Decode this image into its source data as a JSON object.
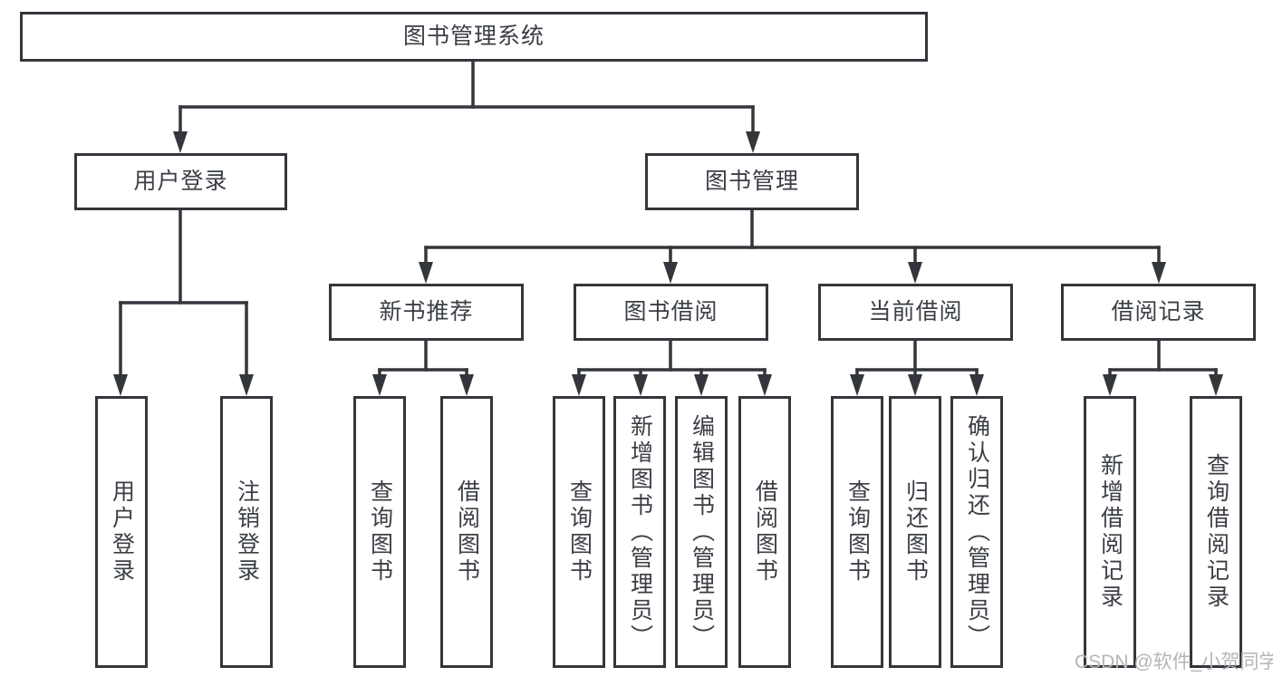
{
  "diagram": {
    "root": {
      "label": "图书管理系统"
    },
    "branches": [
      {
        "label": "用户登录",
        "children": [
          {
            "label": "用户登录"
          },
          {
            "label": "注销登录"
          }
        ]
      },
      {
        "label": "图书管理",
        "children": [
          {
            "label": "新书推荐",
            "children": [
              {
                "label": "查询图书"
              },
              {
                "label": "借阅图书"
              }
            ]
          },
          {
            "label": "图书借阅",
            "children": [
              {
                "label": "查询图书"
              },
              {
                "label": "新增图书（管理员）"
              },
              {
                "label": "编辑图书（管理员）"
              },
              {
                "label": "借阅图书"
              }
            ]
          },
          {
            "label": "当前借阅",
            "children": [
              {
                "label": "查询图书"
              },
              {
                "label": "归还图书"
              },
              {
                "label": "确认归还（管理员）"
              }
            ]
          },
          {
            "label": "借阅记录",
            "children": [
              {
                "label": "新增借阅记录"
              },
              {
                "label": "查询借阅记录"
              }
            ]
          }
        ]
      }
    ]
  },
  "watermark": {
    "text": "CSDN @软件_小贺同学",
    "color": "#b3b6b9"
  },
  "style": {
    "line_color": "#33363b",
    "text_color": "#3a3e45",
    "background": "#ffffff"
  }
}
